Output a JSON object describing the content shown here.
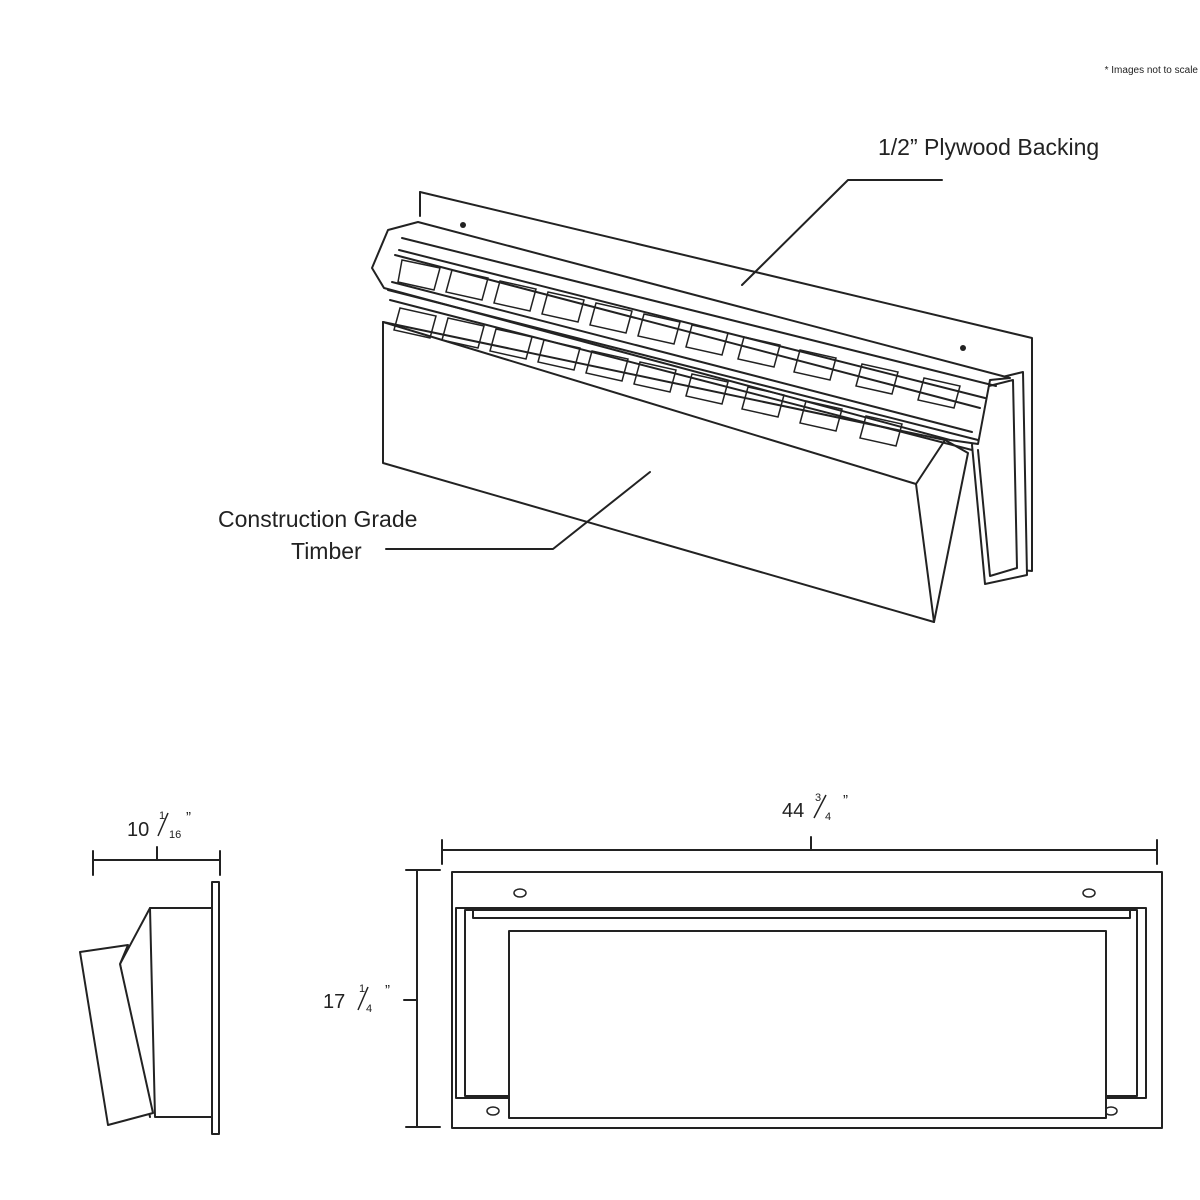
{
  "note": "* Images not to scale",
  "labels": {
    "plywood": "1/2” Plywood Backing",
    "timber_line1": "Construction Grade",
    "timber_line2": "Timber"
  },
  "dimensions": {
    "depth": {
      "whole": "10",
      "num": "1",
      "den": "16",
      "unit": "”"
    },
    "width": {
      "whole": "44",
      "num": "3",
      "den": "4",
      "unit": "”"
    },
    "height": {
      "whole": "17",
      "num": "1",
      "den": "4",
      "unit": "”"
    }
  },
  "colors": {
    "line": "#222222",
    "background": "#ffffff"
  }
}
